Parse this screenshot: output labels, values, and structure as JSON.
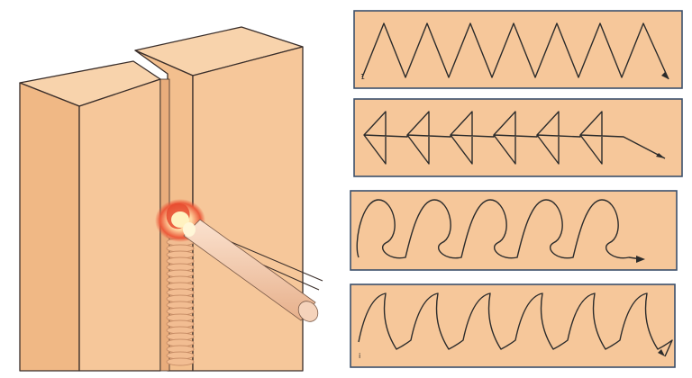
{
  "colors": {
    "background": "#ffffff",
    "wood_light": "#f6c79a",
    "wood_mid": "#f0b885",
    "wood_top": "#f8d3ac",
    "outline": "#3a2e2a",
    "seam_ring": "#c98f68",
    "arc_glow": "#e64a2e",
    "arc_core": "#fff2c0",
    "rod": "#f2c8a6",
    "panel_fill": "#f6c79a",
    "panel_border": "#3b4f6b",
    "pattern_stroke": "#2b2b2b"
  },
  "illustration": {
    "icon": "vertical-weld-seam-icon",
    "electrode_icon": "electrode-rod-icon",
    "arc_icon": "welding-arc-icon"
  },
  "patterns": [
    {
      "id": "zigzag",
      "icon": "zigzag-pattern-icon",
      "start_mark": "1"
    },
    {
      "id": "triangle",
      "icon": "triangle-pattern-icon",
      "start_mark": ""
    },
    {
      "id": "loop",
      "icon": "loop-pattern-icon",
      "start_mark": ""
    },
    {
      "id": "crescent",
      "icon": "crescent-pattern-icon",
      "start_mark": "i"
    }
  ]
}
